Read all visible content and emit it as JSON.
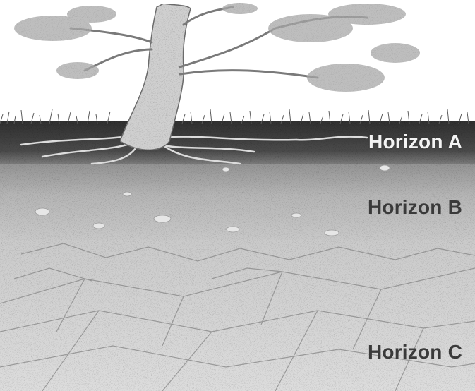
{
  "labels": {
    "horizon_a": "Horizon A",
    "horizon_b": "Horizon B",
    "horizon_c": "Horizon C"
  },
  "colors": {
    "topsoil": "#3d3d3d",
    "subsoil": "#a8a8a8",
    "bedrock": "#d6d6d6",
    "sky": "#ffffff"
  }
}
